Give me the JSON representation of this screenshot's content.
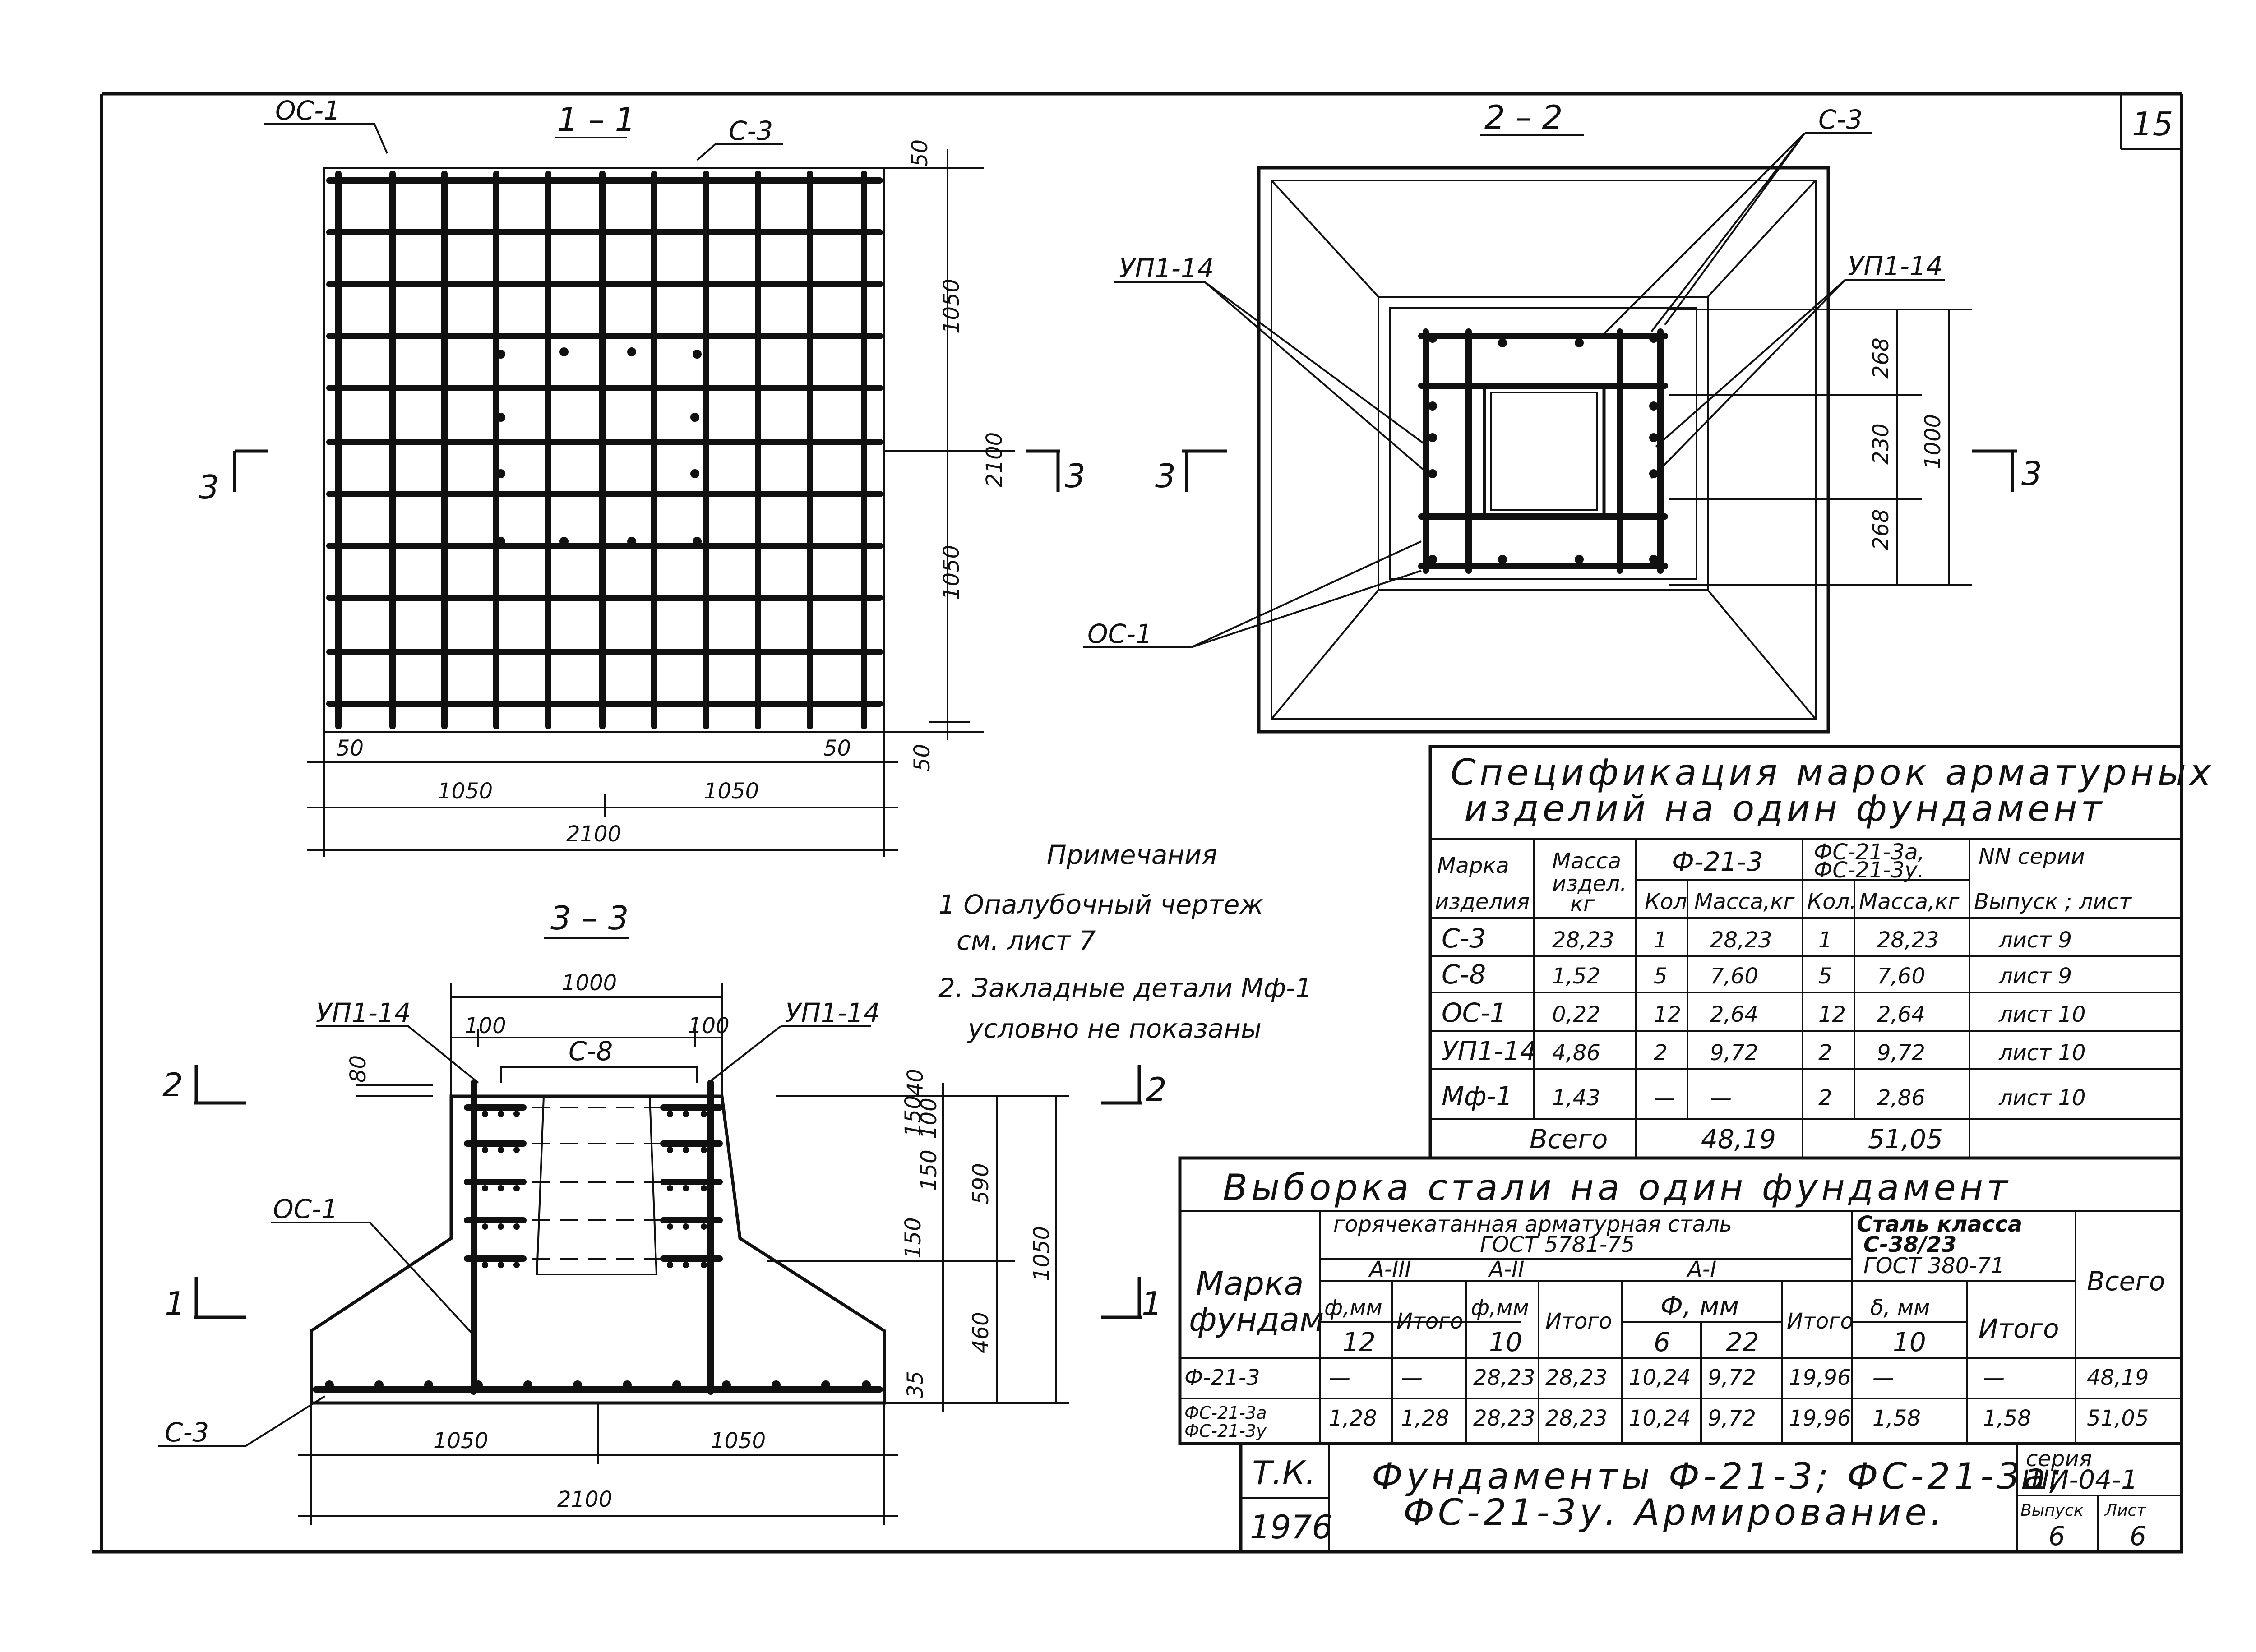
{
  "sheet": {
    "number": "15"
  },
  "section_1_1": {
    "title": "1 – 1",
    "labels": {
      "os": "ОС-1",
      "s3": "С-3",
      "cut": "3"
    },
    "dims": {
      "top": "50",
      "upper": "1050",
      "total_v": "2100",
      "lower": "1050",
      "bottom": "50",
      "left_edge": "50",
      "left_half": "1050",
      "right_half": "1050",
      "right_edge": "50",
      "total_h": "2100"
    }
  },
  "section_2_2": {
    "title": "2 – 2",
    "labels": {
      "s3": "С-3",
      "up_left": "УП1-14",
      "up_right": "УП1-14",
      "os": "ОС-1",
      "cut": "3"
    },
    "dims": {
      "d1": "268",
      "d2": "230",
      "d3": "268",
      "total": "1000"
    }
  },
  "section_3_3": {
    "title": "3 – 3",
    "labels": {
      "up_left": "УП1-14",
      "up_right": "УП1-14",
      "s8": "С-8",
      "os": "ОС-1",
      "s3": "С-3",
      "cut_upper": "2",
      "cut_lower": "1"
    },
    "dims": {
      "top_total": "1000",
      "top_left": "100",
      "top_right": "100",
      "d80": "80",
      "r40": "40",
      "r100": "100",
      "r150a": "150",
      "r150b": "150",
      "r150c": "150",
      "r590": "590",
      "r460": "460",
      "r1050": "1050",
      "r35": "35",
      "bottom_left": "1050",
      "bottom_right": "1050",
      "bottom_total": "2100"
    }
  },
  "notes": {
    "title": "Примечания",
    "items": [
      "1  Опалубочный  чертеж",
      "см. лист 7",
      "2. Закладные  детали  Мф-1",
      "условно  не  показаны"
    ]
  },
  "spec_table": {
    "title_line1": "Спецификация  марок  арматурных",
    "title_line2": "изделий   на   один   фундамент",
    "headers": {
      "mark": "Марка",
      "mark2": "изделия",
      "mass": "Масса",
      "mass2": "издел.",
      "mass3": "кг",
      "f21": "Ф-21-3",
      "fs21": "ФС-21-3а,",
      "fs21b": "ФС-21-3у.",
      "series": "NN серии",
      "series2": "Выпуск ; лист",
      "kol": "Кол",
      "massa_kg": "Масса,кг",
      "kol2": "Кол.",
      "massa_kg2": "Масса,кг"
    },
    "rows": [
      [
        "С-3",
        "28,23",
        "1",
        "28,23",
        "1",
        "28,23",
        "лист 9"
      ],
      [
        "С-8",
        "1,52",
        "5",
        "7,60",
        "5",
        "7,60",
        "лист 9"
      ],
      [
        "ОС-1",
        "0,22",
        "12",
        "2,64",
        "12",
        "2,64",
        "лист 10"
      ],
      [
        "УП1-14",
        "4,86",
        "2",
        "9,72",
        "2",
        "9,72",
        "лист 10"
      ],
      [
        "Мф-1",
        "1,43",
        "—",
        "—",
        "2",
        "2,86",
        "лист 10"
      ]
    ],
    "total": {
      "label": "Всего",
      "f21": "48,19",
      "fs21": "51,05"
    }
  },
  "steel_table": {
    "title": "Выборка   стали   на   один   фундамент",
    "headers": {
      "mark": "Марка",
      "mark2": "фундам",
      "hot": "горячекатанная  арматурная  сталь",
      "gost1": "ГОСТ  5781-75",
      "steel": "Сталь класса",
      "steel2": "С-38/23",
      "gost2": "ГОСТ 380-71",
      "total": "Всего",
      "a3": "А-III",
      "a2": "А-II",
      "a1": "А-I",
      "phi1": "ф,мм",
      "itogo1": "Итого",
      "phi2": "ф,мм",
      "itogo2": "Итого",
      "phi3": "Ф, мм",
      "itogo3": "Итого",
      "delta": "δ, мм",
      "itogo4": "Итого",
      "d12": "12",
      "d10": "10",
      "d6": "6",
      "d22": "22",
      "d10b": "10"
    },
    "rows": [
      [
        "Ф-21-3",
        "—",
        "—",
        "28,23",
        "28,23",
        "10,24",
        "9,72",
        "19,96",
        "—",
        "—",
        "48,19"
      ],
      [
        "ФС-21-3а\nФС-21-3у",
        "1,28",
        "1,28",
        "28,23",
        "28,23",
        "10,24",
        "9,72",
        "19,96",
        "1,58",
        "1,58",
        "51,05"
      ]
    ],
    "row2_line1": "ФС-21-3а",
    "row2_line2": "ФС-21-3у"
  },
  "title_block": {
    "org": "Т.К.",
    "year": "1976",
    "title_line1": "Фундаменты  Ф-21-3; ФС-21-3а;",
    "title_line2": "ФС-21-3у.  Армирование.",
    "series_label": "серия",
    "series": "ШИ-04-1",
    "vypusk_label": "Выпуск",
    "list_label": "Лист",
    "vypusk": "6",
    "list": "6"
  }
}
